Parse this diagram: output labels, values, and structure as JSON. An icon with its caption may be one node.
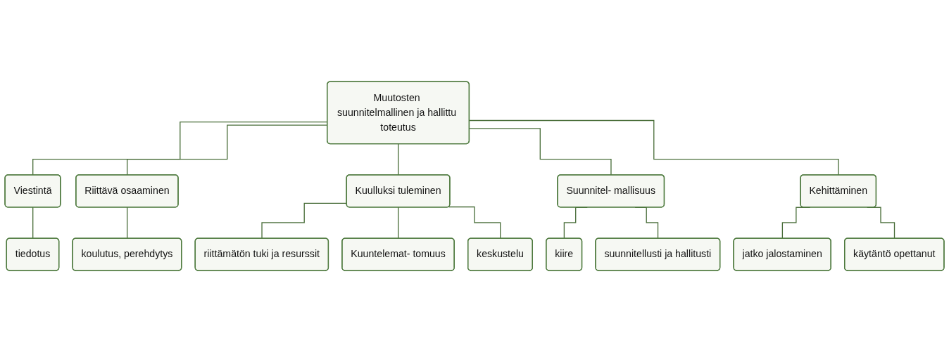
{
  "diagram": {
    "nodes": [
      {
        "text": [
          "Muutosten suunnitelmallinen ja hallittu toteutus"
        ]
      },
      {
        "text": [
          "Viestintä"
        ]
      },
      {
        "text": [
          "Riittävä osaaminen"
        ]
      },
      {
        "text": [
          "Kuulluksi tuleminen"
        ]
      },
      {
        "text": [
          "Suunnitel- mallisuus"
        ]
      },
      {
        "text": [
          "Kehittäminen"
        ]
      },
      {
        "text": [
          "tiedotus"
        ]
      },
      {
        "text": [
          "koulutus, perehdytys"
        ]
      },
      {
        "text": [
          "riittämätön tuki ja resurssit"
        ]
      },
      {
        "text": [
          "Kuuntelemat- tomuus"
        ]
      },
      {
        "text": [
          "keskustelu"
        ]
      },
      {
        "text": [
          "kiire"
        ]
      },
      {
        "text": [
          "suunnitellusti ja hallitusti"
        ]
      },
      {
        "text": [
          "jatko jalostaminen"
        ]
      },
      {
        "text": [
          "käytäntö opettanut"
        ]
      }
    ],
    "edges": [
      {
        "from": 0,
        "to": 1,
        "arrow": "none"
      },
      {
        "from": 0,
        "to": 2,
        "arrow": "none"
      },
      {
        "from": 0,
        "to": 3,
        "arrow": "none"
      },
      {
        "from": 0,
        "to": 4,
        "arrow": "none"
      },
      {
        "from": 0,
        "to": 5,
        "arrow": "none"
      },
      {
        "from": 1,
        "to": 6,
        "arrow": "none"
      },
      {
        "from": 2,
        "to": 7,
        "arrow": "none"
      },
      {
        "from": 3,
        "to": 8,
        "arrow": "none"
      },
      {
        "from": 3,
        "to": 9,
        "arrow": "none"
      },
      {
        "from": 3,
        "to": 10,
        "arrow": "none"
      },
      {
        "from": 4,
        "to": 11,
        "arrow": "none"
      },
      {
        "from": 4,
        "to": 12,
        "arrow": "none"
      },
      {
        "from": 5,
        "to": 13,
        "arrow": "none"
      },
      {
        "from": 5,
        "to": 14,
        "arrow": "none"
      }
    ]
  }
}
